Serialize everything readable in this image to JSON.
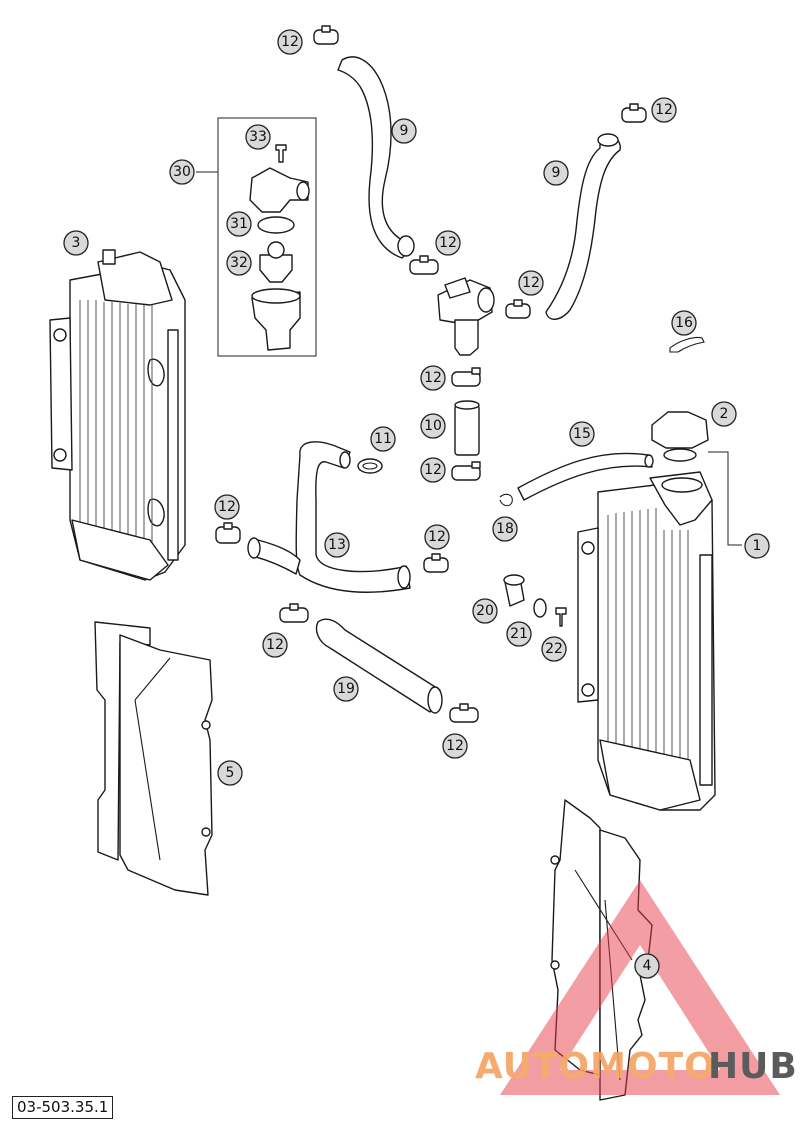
{
  "diagram_code": "03-503.35.1",
  "watermark": {
    "text_accent": "AUTOMOTO",
    "text_dark": "HUB",
    "accent_color": "#f4a261",
    "dark_color": "#4a4a4a",
    "triangle_color": "#e63946"
  },
  "callouts": [
    "12",
    "9",
    "33",
    "30",
    "31",
    "32",
    "3",
    "12",
    "12",
    "9",
    "12",
    "16",
    "12",
    "11",
    "10",
    "2",
    "15",
    "12",
    "1",
    "12",
    "13",
    "12",
    "18",
    "20",
    "21",
    "22",
    "12",
    "5",
    "19",
    "12",
    "4"
  ]
}
